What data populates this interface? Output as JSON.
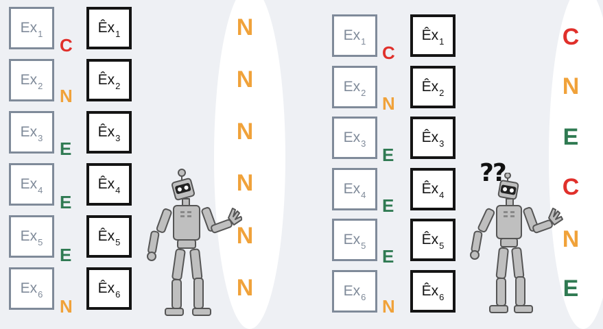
{
  "colors": {
    "C": "#e0302b",
    "N": "#f0a23a",
    "E": "#2f7a52"
  },
  "example_prefix": "Ex",
  "hat_prefix": "Êx",
  "left_panel": {
    "examples": [
      {
        "sub": "1",
        "label": "C"
      },
      {
        "sub": "2",
        "label": "N"
      },
      {
        "sub": "3",
        "label": "E"
      },
      {
        "sub": "4",
        "label": "E"
      },
      {
        "sub": "5",
        "label": "E"
      },
      {
        "sub": "6",
        "label": "N"
      }
    ],
    "predictions": [
      "N",
      "N",
      "N",
      "N",
      "N",
      "N"
    ]
  },
  "right_panel": {
    "examples": [
      {
        "sub": "1",
        "label": "C"
      },
      {
        "sub": "2",
        "label": "N"
      },
      {
        "sub": "3",
        "label": "E"
      },
      {
        "sub": "4",
        "label": "E"
      },
      {
        "sub": "5",
        "label": "E"
      },
      {
        "sub": "6",
        "label": "N"
      }
    ],
    "predictions": [
      "C",
      "N",
      "E",
      "C",
      "N",
      "E"
    ],
    "question_marks": "??"
  }
}
